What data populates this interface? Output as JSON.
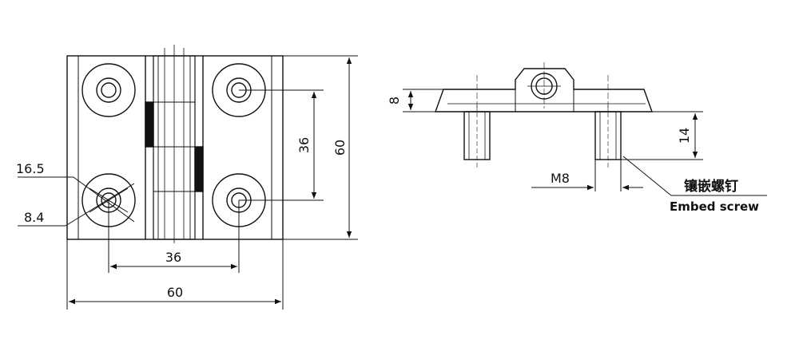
{
  "front_view": {
    "dims": {
      "width_overall": "60",
      "height_overall": "60",
      "hole_spacing_horizontal": "36",
      "hole_spacing_vertical": "36",
      "counterbore_diameter": "16.5",
      "hole_diameter": "8.4"
    }
  },
  "side_view": {
    "dims": {
      "thickness": "8",
      "screw_length": "14",
      "thread": "M8"
    },
    "callout_cn": "镶嵌螺钉",
    "callout_en": "Embed screw"
  },
  "colors": {
    "line": "#111111",
    "background": "#ffffff"
  }
}
